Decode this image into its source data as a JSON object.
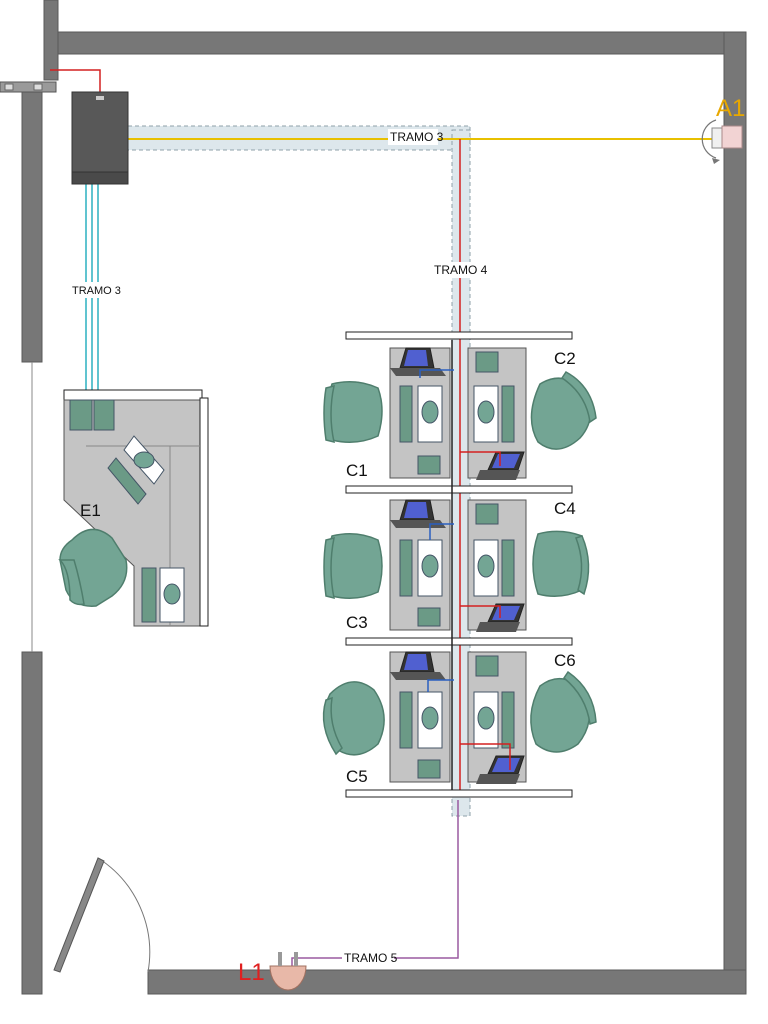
{
  "labels": {
    "tramo3_top": "TRAMO 3",
    "tramo3_left": "TRAMO 3",
    "tramo4": "TRAMO 4",
    "tramo5": "TRAMO 5",
    "e1": "E1",
    "a1": "A1",
    "l1": "L1",
    "c1": "C1",
    "c2": "C2",
    "c3": "C3",
    "c4": "C4",
    "c5": "C5",
    "c6": "C6"
  },
  "colors": {
    "wall": "#777777",
    "desk": "#c4c4c4",
    "chair": "#73a594",
    "red_cable": "#d42020",
    "yellow_cable": "#e8c000",
    "cyan_cable": "#2bb0c0",
    "purple_cable": "#9a5aa0",
    "blue_cable": "#2a5fc0",
    "a1_label": "#e8a800",
    "l1_label": "#e02020",
    "tray": "#dde7ec"
  },
  "icons": [
    "rack-cabinet-icon",
    "access-point-icon",
    "wall-outlet-icon",
    "laptop-icon",
    "office-chair-icon",
    "door-swing-icon"
  ]
}
